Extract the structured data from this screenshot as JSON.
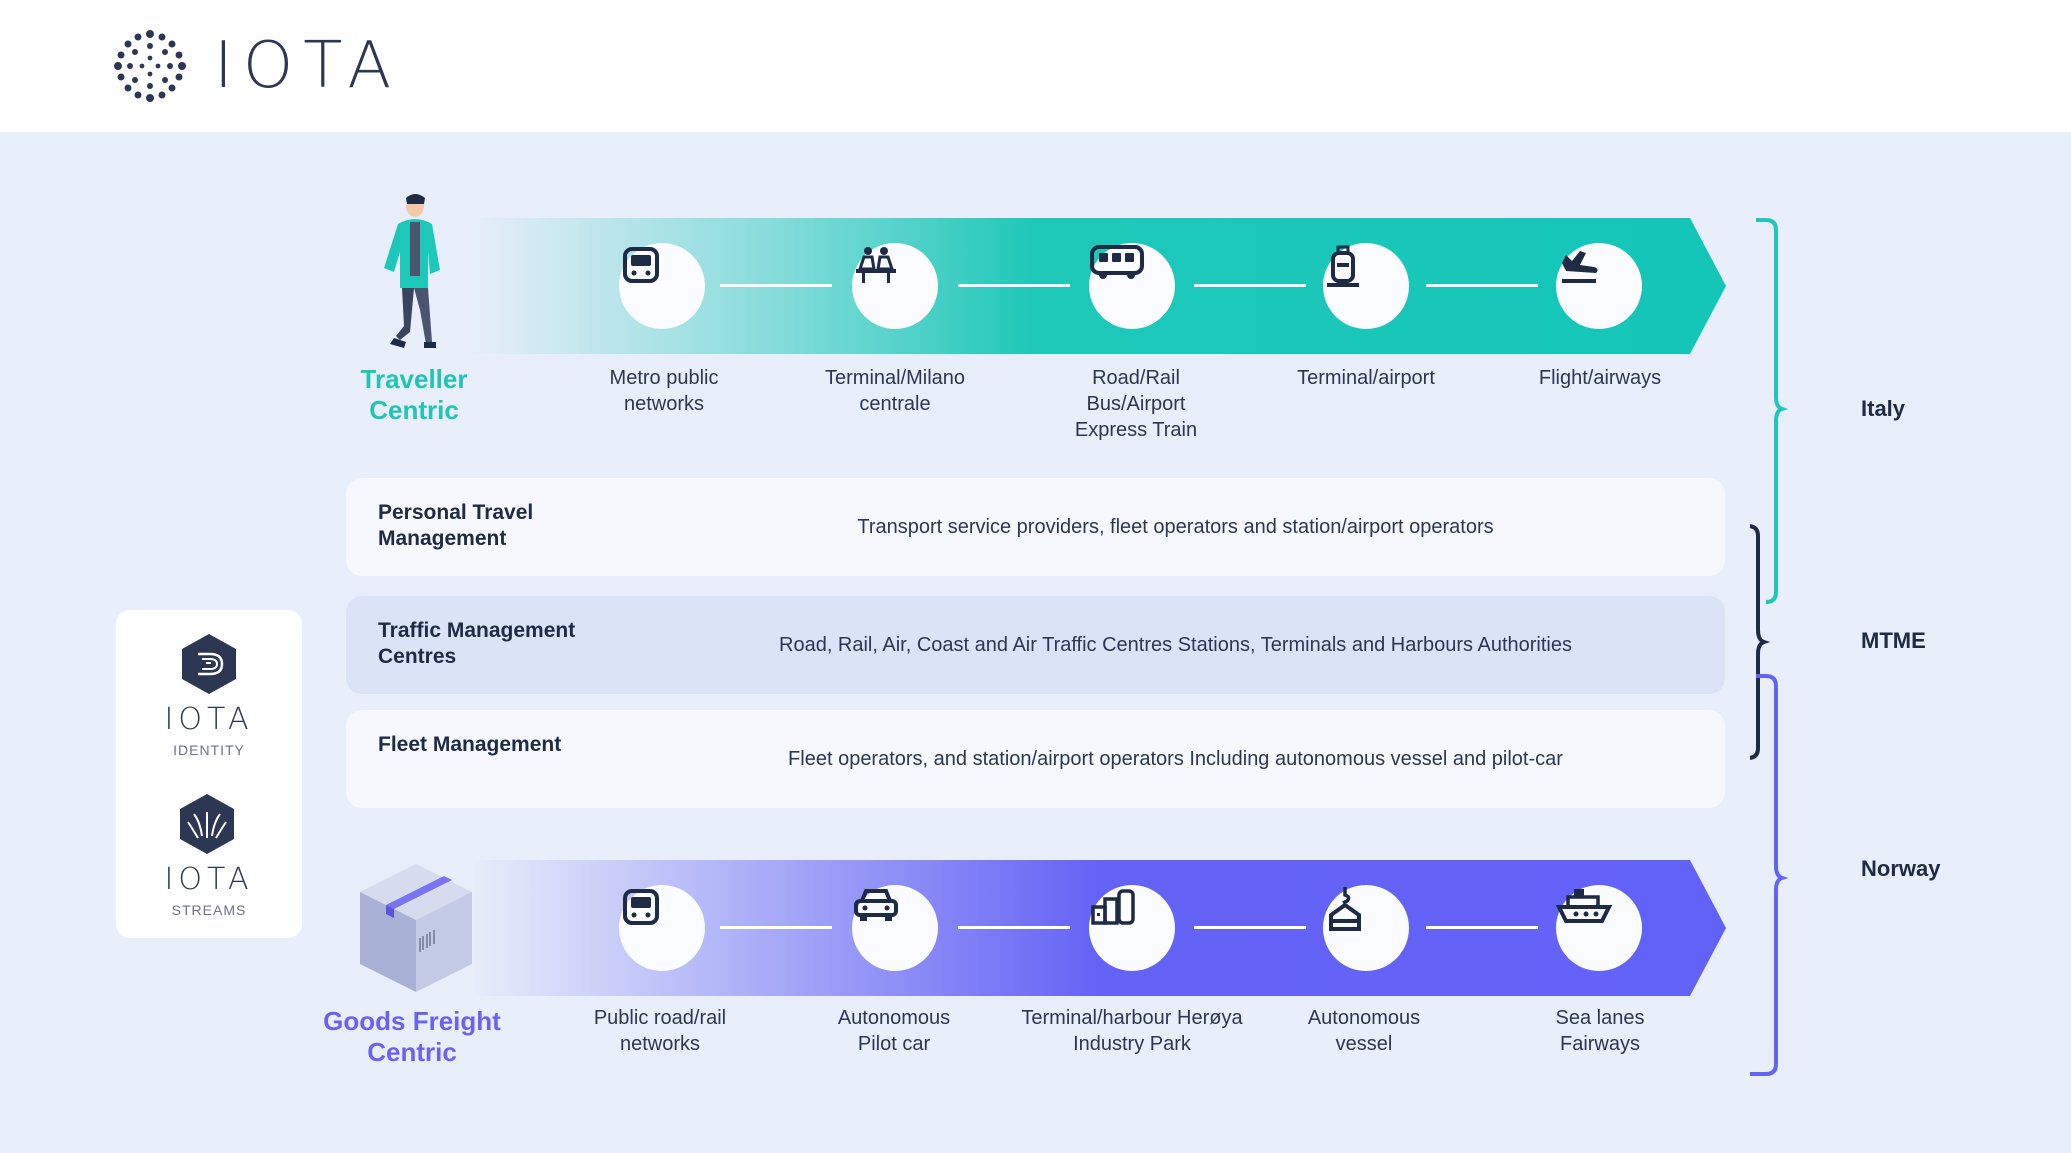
{
  "brand": {
    "name": "IOTA"
  },
  "colors": {
    "teal": "#1ec8b9",
    "purple": "#6563f6",
    "navy": "#1f2a44",
    "bg": "#e8eefa"
  },
  "traveller": {
    "title": "Traveller Centric",
    "steps": [
      {
        "icon": "metro-icon",
        "label": "Metro public networks"
      },
      {
        "icon": "terminal-seats-icon",
        "label": "Terminal/Milano centrale"
      },
      {
        "icon": "bus-icon",
        "label": "Road/Rail Bus/Airport Express Train"
      },
      {
        "icon": "luggage-icon",
        "label": "Terminal/airport"
      },
      {
        "icon": "plane-icon",
        "label": "Flight/airways"
      }
    ]
  },
  "identity": [
    {
      "icon": "iota-identity-icon",
      "name": "IOTA",
      "sub": "IDENTITY"
    },
    {
      "icon": "iota-streams-icon",
      "name": "IOTA",
      "sub": "STREAMS"
    }
  ],
  "rows": [
    {
      "title": "Personal Travel Management",
      "desc": "Transport service providers, fleet operators and station/airport operators"
    },
    {
      "title": "Traffic Management Centres",
      "desc": "Road, Rail, Air, Coast and Air Traffic Centres Stations, Terminals and Harbours Authorities"
    },
    {
      "title": "Fleet Management",
      "desc": "Fleet operators, and station/airport operators Including autonomous vessel and pilot-car"
    }
  ],
  "goods": {
    "title": "Goods Freight Centric",
    "steps": [
      {
        "icon": "metro-icon",
        "label": "Public road/rail networks"
      },
      {
        "icon": "car-icon",
        "label": "Autonomous Pilot car"
      },
      {
        "icon": "harbour-icon",
        "label": "Terminal/harbour Herøya Industry Park"
      },
      {
        "icon": "crane-icon",
        "label": "Autonomous vessel"
      },
      {
        "icon": "ship-icon",
        "label": "Sea lanes Fairways"
      }
    ]
  },
  "regions": {
    "italy": "Italy",
    "mtme": "MTME",
    "norway": "Norway"
  }
}
